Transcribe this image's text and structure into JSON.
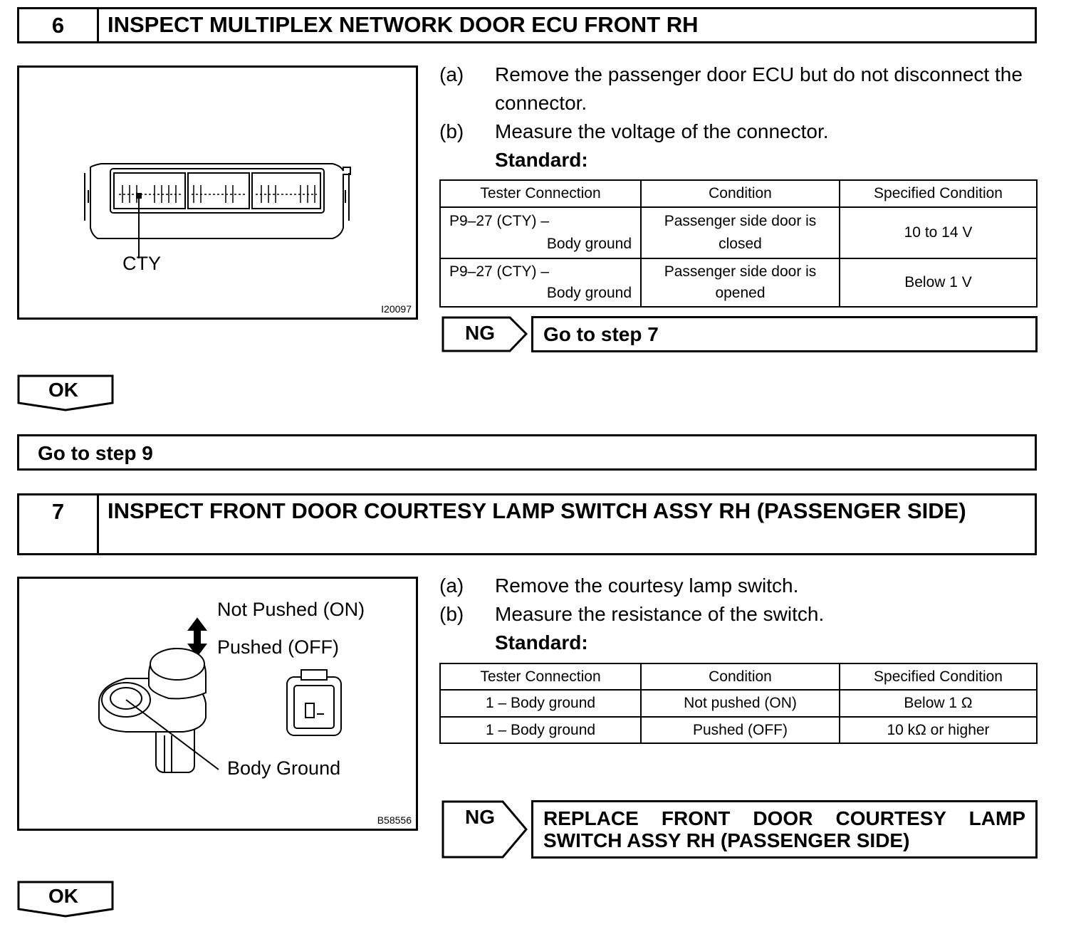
{
  "section6": {
    "number": "6",
    "title": "INSPECT MULTIPLEX NETWORK DOOR ECU FRONT RH",
    "figure": {
      "label": "CTY",
      "code": "I20097"
    },
    "steps": [
      {
        "label": "(a)",
        "text": "Remove the passenger door ECU but do not disconnect the connector."
      },
      {
        "label": "(b)",
        "text": "Measure the voltage of the connector."
      }
    ],
    "standard_label": "Standard:",
    "table": {
      "headers": [
        "Tester Connection",
        "Condition",
        "Specified Condition"
      ],
      "rows": [
        {
          "conn1": "P9–27 (CTY) –",
          "conn2": "Body ground",
          "cond1": "Passenger side door is",
          "cond2": "closed",
          "spec": "10 to 14 V"
        },
        {
          "conn1": "P9–27 (CTY) –",
          "conn2": "Body ground",
          "cond1": "Passenger side door is",
          "cond2": "opened",
          "spec": "Below 1 V"
        }
      ]
    },
    "ng_label": "NG",
    "ng_action": "Go to step 7",
    "ok_label": "OK",
    "ok_action": "Go to step 9"
  },
  "section7": {
    "number": "7",
    "title": "INSPECT FRONT DOOR COURTESY LAMP SWITCH ASSY RH (PASSENGER SIDE)",
    "figure": {
      "not_pushed": "Not Pushed (ON)",
      "pushed": "Pushed (OFF)",
      "body_ground": "Body Ground",
      "code": "B58556"
    },
    "steps": [
      {
        "label": "(a)",
        "text": "Remove the courtesy lamp switch."
      },
      {
        "label": "(b)",
        "text": "Measure the resistance of the switch."
      }
    ],
    "standard_label": "Standard:",
    "table": {
      "headers": [
        "Tester Connection",
        "Condition",
        "Specified Condition"
      ],
      "rows": [
        {
          "conn": "1 – Body ground",
          "cond": "Not pushed (ON)",
          "spec": "Below 1 Ω"
        },
        {
          "conn": "1 – Body ground",
          "cond": "Pushed (OFF)",
          "spec": "10 kΩ or higher"
        }
      ]
    },
    "ng_label": "NG",
    "ng_action": "REPLACE FRONT DOOR COURTESY LAMP SWITCH ASSY RH (PASSENGER SIDE)",
    "ok_label": "OK"
  }
}
